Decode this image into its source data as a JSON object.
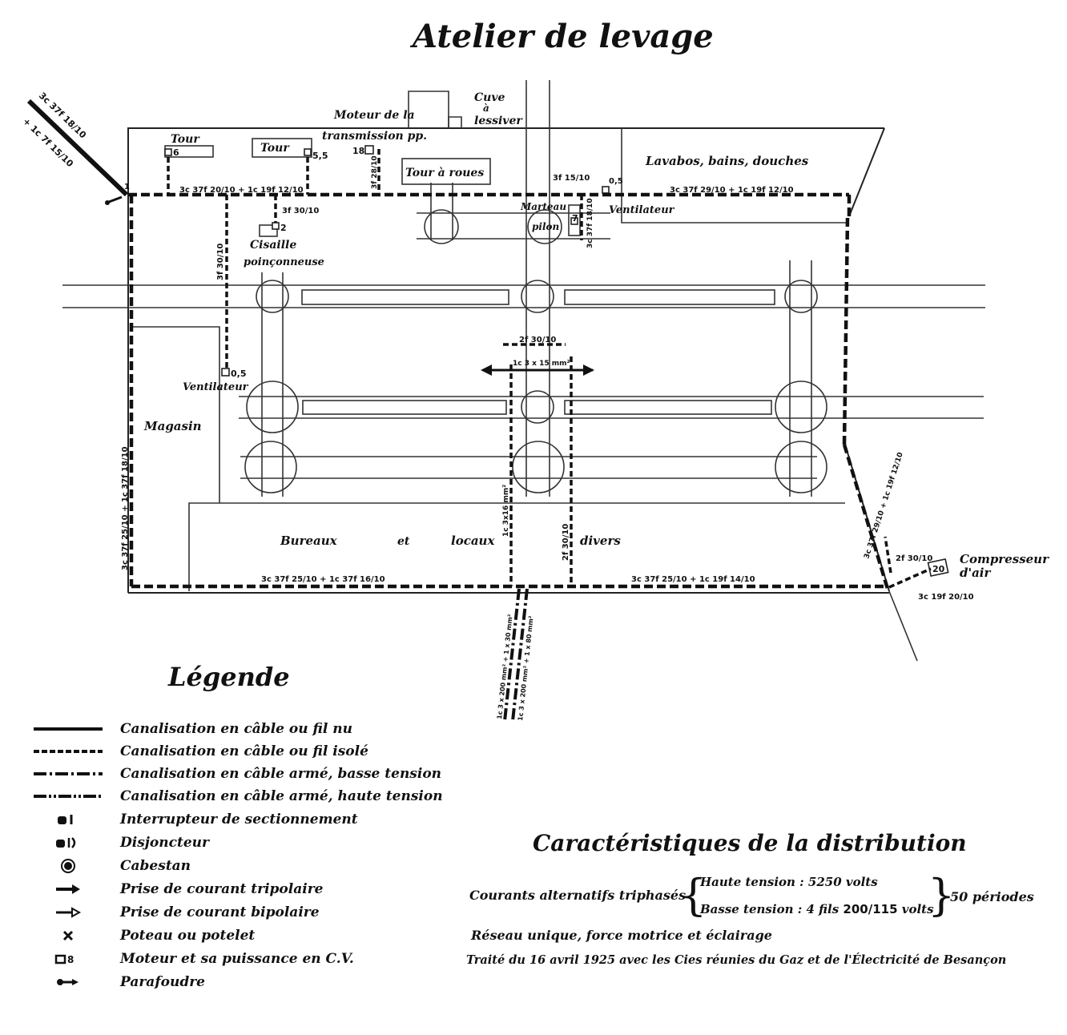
{
  "title": "Atelier de levage",
  "rooms": {
    "tour_1": "Tour",
    "tour_2": "Tour",
    "moteur_transmission_1": "Moteur de la",
    "moteur_transmission_2": "transmission pp.",
    "cuve_1": "Cuve",
    "cuve_2": "à",
    "cuve_3": "lessiver",
    "tour_a_roues": "Tour à roues",
    "lavabos": "Lavabos, bains, douches",
    "marteau_1": "Marteau",
    "marteau_2": "pilon",
    "ventilateur_1": "Ventilateur",
    "cisaille_1": "Cisaille",
    "cisaille_2": "poinçonneuse",
    "ventilateur_2": "Ventilateur",
    "magasin": "Magasin",
    "bureaux": "Bureaux",
    "et": "et",
    "locaux": "locaux",
    "divers": "divers",
    "compresseur_1": "Compresseur",
    "compresseur_2": "d'air"
  },
  "motors": {
    "tour_1": "6",
    "tour_2": "5,5",
    "transmission": "18",
    "ventilateur_top": "0,5",
    "marteau": "7",
    "cisaille": "2",
    "ventilateur_left": "0,5",
    "compresseur": "20",
    "node_1": "1"
  },
  "cables": {
    "incoming_a": "3c 37f 18/10",
    "incoming_b": "+ 1c 7f 15/10",
    "top_left": "3c 37f 20/10 + 1c 19f 12/10",
    "top_right": "3c 37f 29/10 + 1c 19f 12/10",
    "cisaille_branch": "3f 30/10",
    "left_drop": "3f 30/10",
    "transmission_drop": "3f 28/10",
    "ventil_branch": "3f 15/10",
    "marteau_drop": "3c 37f 18/10",
    "left_side": "3c 37f 25/10 + 1c 37f 18/10",
    "bottom_left": "3c 37f 25/10 + 1c 37f 16/10",
    "bottom_right": "3c 37f 25/10 + 1c 19f 14/10",
    "right_side": "3c 37f 29/10 + 1c 19f 12/10",
    "center_top": "2f 30/10",
    "center_mid": "1c 3 x 15 mm²",
    "center_left": "1c 3x16 mm²",
    "center_right": "2f 30/10",
    "compressor_branch": "2f 30/10",
    "compressor_feed": "3c 19f 20/10",
    "hv_a": "1c 3 x 200 mm² + 1 x 30 mm²",
    "hv_b": "1c 3 x 200 mm² + 1 x 80 mm²"
  },
  "legend": {
    "title": "Légende",
    "items": [
      {
        "symbol": "solid-line",
        "label": "Canalisation en câble ou fil nu"
      },
      {
        "symbol": "dashed-line",
        "label": "Canalisation en câble ou fil isolé"
      },
      {
        "symbol": "dash-dot-line",
        "label": "Canalisation en câble armé, basse tension"
      },
      {
        "symbol": "dash-dotdot-line",
        "label": "Canalisation en câble armé, haute tension"
      },
      {
        "symbol": "switch-icon",
        "label": "Interrupteur de sectionnement"
      },
      {
        "symbol": "breaker-icon",
        "label": "Disjoncteur"
      },
      {
        "symbol": "capstan-icon",
        "label": "Cabestan"
      },
      {
        "symbol": "tripolar-socket-icon",
        "label": "Prise de courant tripolaire"
      },
      {
        "symbol": "bipolar-socket-icon",
        "label": "Prise de courant bipolaire"
      },
      {
        "symbol": "pole-icon",
        "label": "Poteau ou potelet"
      },
      {
        "symbol": "motor-icon",
        "label": "Moteur et sa puissance en C.V.",
        "sample": "8"
      },
      {
        "symbol": "lightning-arrester-icon",
        "label": "Parafoudre"
      }
    ]
  },
  "characteristics": {
    "title": "Caractéristiques de la distribution",
    "current": "Courants alternatifs triphasés",
    "high": "Haute tension : 5250 volts",
    "low_prefix": "Basse tension : 4 fils",
    "low_value": "200/115",
    "low_suffix": "volts",
    "periods": "50 périodes",
    "network": "Réseau unique, force motrice et éclairage",
    "treaty": "Traité du 16 avril 1925 avec les Cies réunies du Gaz et de l'Électricité de Besançon"
  }
}
